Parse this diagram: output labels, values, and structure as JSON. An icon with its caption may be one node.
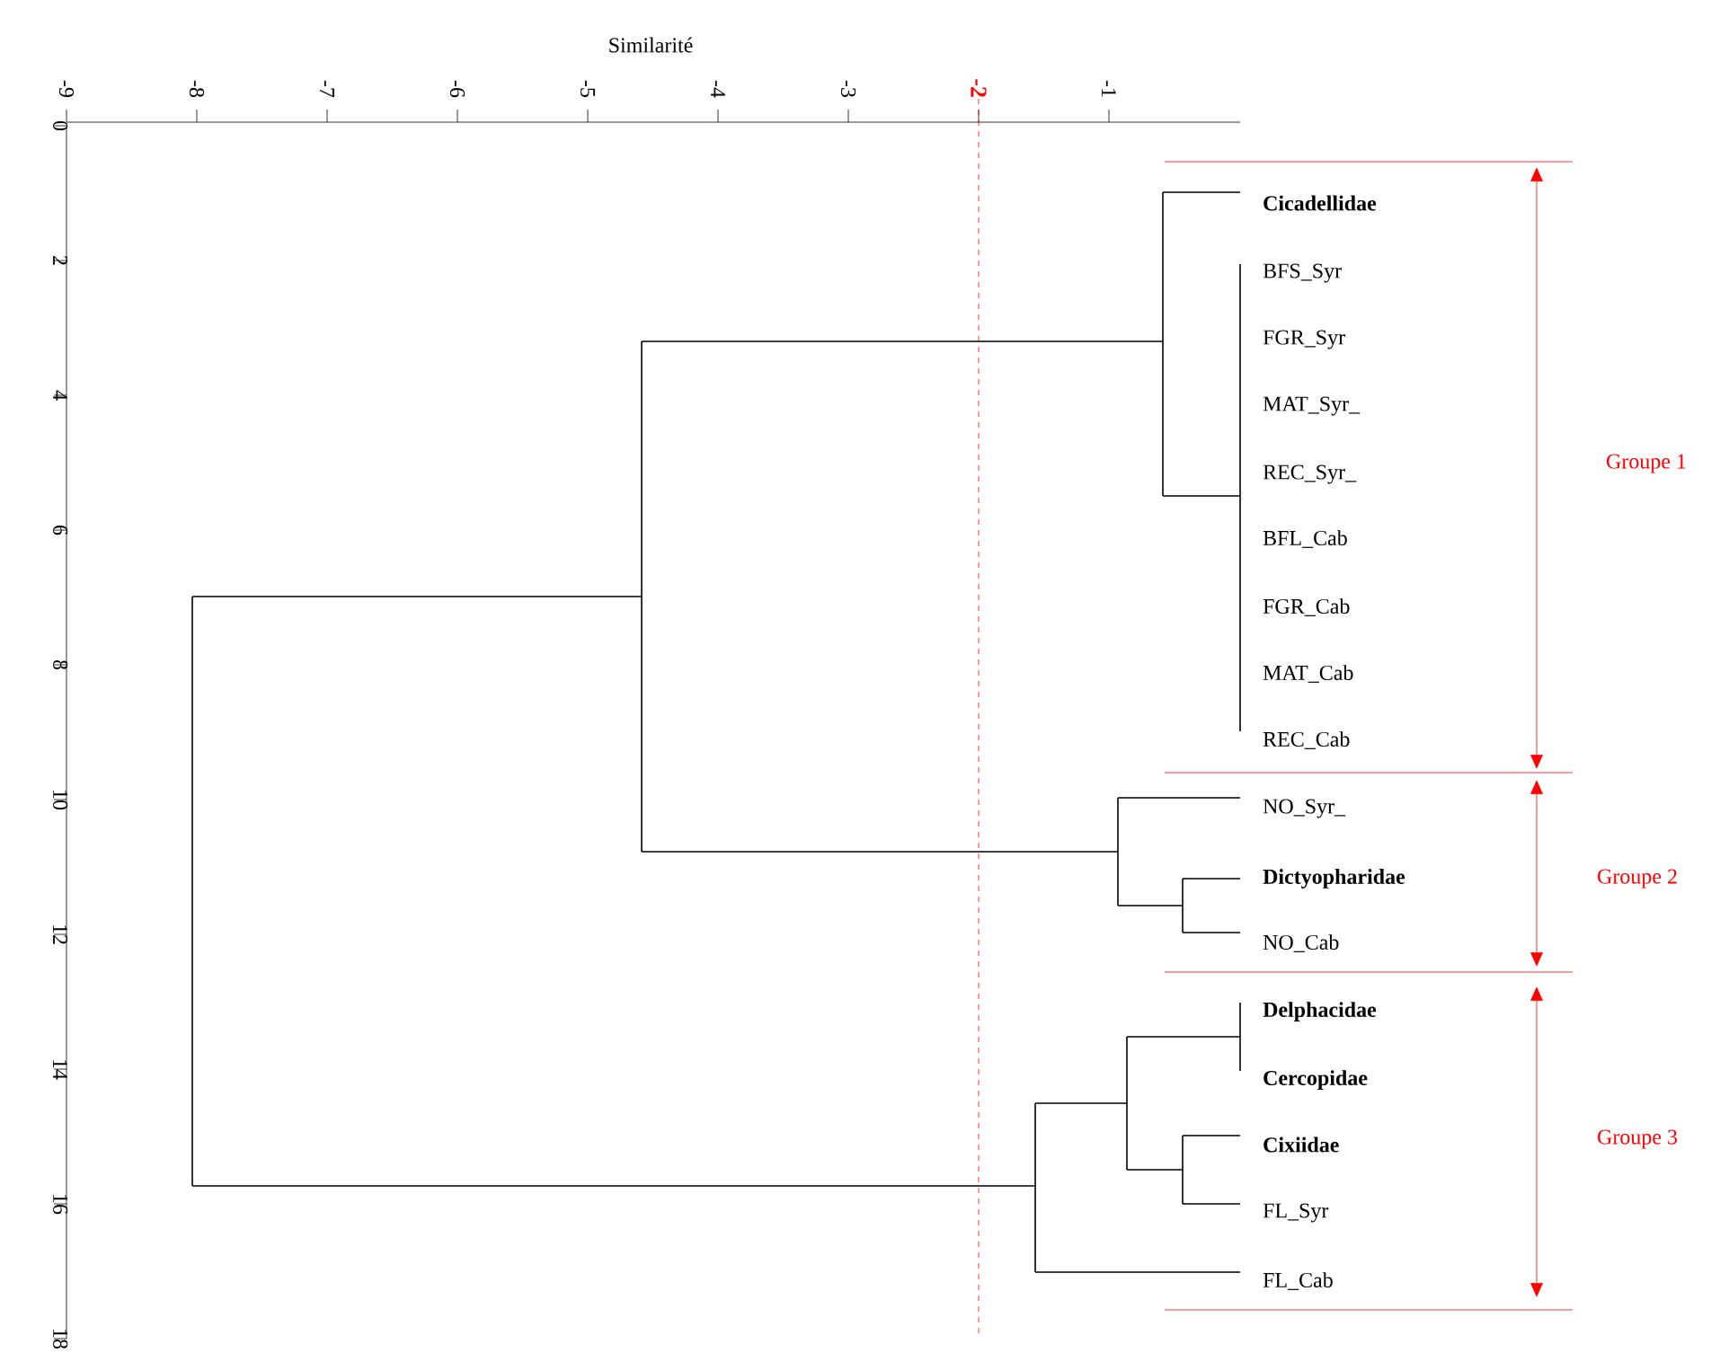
{
  "diagram": {
    "labels": [
      "Similarité",
      "-9",
      "-8",
      "-7",
      "-6",
      "-5",
      "-4",
      "-3",
      "-2",
      "-1",
      "0",
      "2",
      "4",
      "6",
      "8",
      "10",
      "12",
      "14",
      "16",
      "18",
      "Cicadellidae",
      "BFS_Syr",
      "FGR_Syr",
      "MAT_Syr_",
      "REC_Syr_",
      "BFL_Cab",
      "FGR_Cab",
      "MAT_Cab",
      "REC_Cab",
      "NO_Syr_",
      "Dictyopharidae",
      "NO_Cab",
      "Delphacidae",
      "Cercopidae",
      "Cixiidae",
      "FL_Syr",
      "FL_Cab",
      "Groupe 1",
      "Groupe 2",
      "Groupe 3"
    ]
  }
}
